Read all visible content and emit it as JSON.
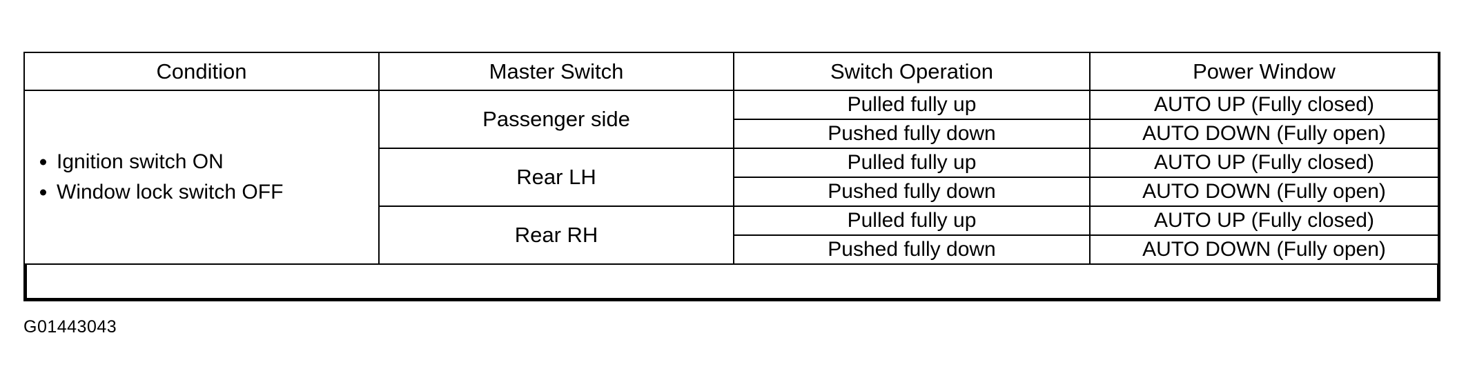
{
  "document": {
    "caption": "G01443043"
  },
  "table": {
    "headers": [
      "Condition",
      "Master Switch",
      "Switch Operation",
      "Power Window"
    ],
    "condition": {
      "items": [
        "Ignition switch ON",
        "Window lock switch OFF"
      ]
    },
    "groups": [
      {
        "master_switch": "Passenger side",
        "rows": [
          {
            "switch_operation": "Pulled fully up",
            "power_window": "AUTO UP (Fully closed)"
          },
          {
            "switch_operation": "Pushed fully down",
            "power_window": "AUTO DOWN (Fully open)"
          }
        ]
      },
      {
        "master_switch": "Rear LH",
        "rows": [
          {
            "switch_operation": "Pulled fully up",
            "power_window": "AUTO UP (Fully closed)"
          },
          {
            "switch_operation": "Pushed fully down",
            "power_window": "AUTO DOWN (Fully open)"
          }
        ]
      },
      {
        "master_switch": "Rear RH",
        "rows": [
          {
            "switch_operation": "Pulled fully up",
            "power_window": "AUTO UP (Fully closed)"
          },
          {
            "switch_operation": "Pushed fully down",
            "power_window": "AUTO DOWN (Fully open)"
          }
        ]
      }
    ]
  },
  "colors": {
    "ink": "#000000",
    "paper": "#ffffff"
  }
}
